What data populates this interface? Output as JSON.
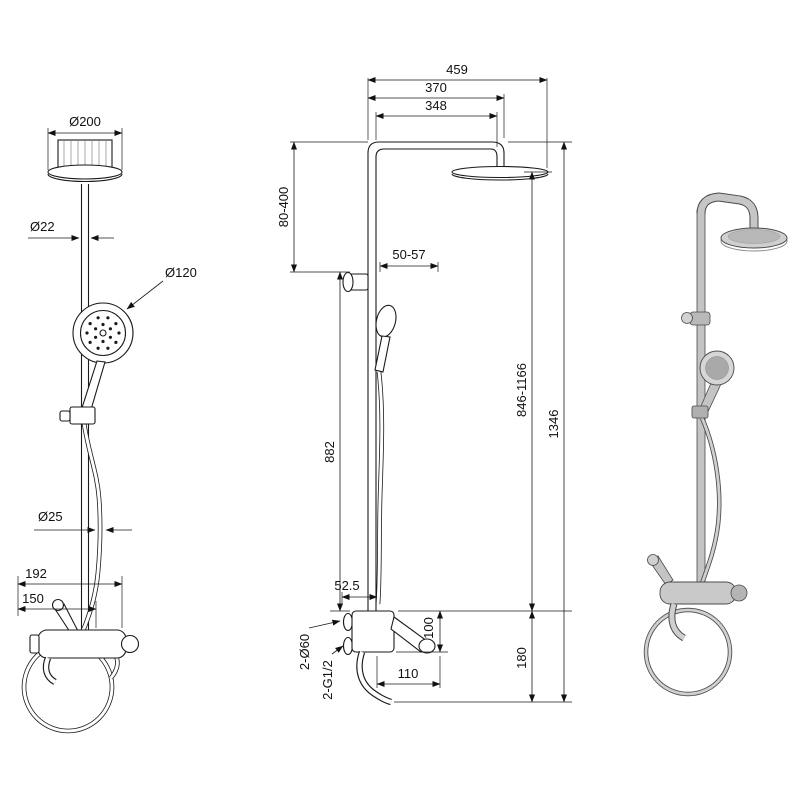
{
  "drawing": {
    "title": "shower-column-technical-drawing",
    "line_color": "#1a1a1a",
    "background": "#ffffff",
    "front": {
      "head_diameter": "Ø200",
      "pipe_diameter": "Ø22",
      "handshower_diameter": "Ø120",
      "hose_diameter": "Ø25",
      "spout_reach": "192",
      "center_distance": "150"
    },
    "side": {
      "total_reach": "459",
      "arm_center_reach": "370",
      "arm_length": "348",
      "top_adjust": "80-400",
      "bracket_range": "50-57",
      "riser_height": "882",
      "hose_offset": "52.5",
      "height_adjust": "846-1166",
      "total_height": "1346",
      "escutcheon_spec": "2-Ø60",
      "connector_spec": "2-G1/2",
      "handle_height": "100",
      "handle_reach": "110",
      "spout_height": "180"
    }
  }
}
